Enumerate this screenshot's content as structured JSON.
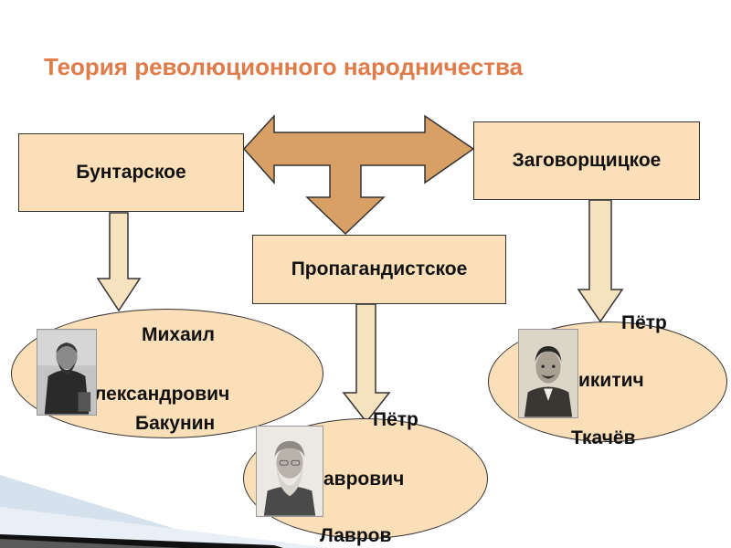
{
  "title": "Теория революционного народничества",
  "branches": {
    "buntar": "Бунтарское",
    "zagovor": "Заговорщицкое",
    "propag": "Пропагандистское"
  },
  "people": {
    "bakunin": {
      "line1": "Михаил",
      "line2": "лександрович",
      "line3": "Бакунин"
    },
    "tkachev": {
      "line1": "Пётр",
      "line2": "икитич",
      "line3": "Ткачёв"
    },
    "lavrov": {
      "line1": "Пётр",
      "line2": "аврович",
      "line3": "Лавров"
    }
  },
  "colors": {
    "title": "#e07b4a",
    "box_fill": "#fbdfb9",
    "arrow_fill": "#d9a066",
    "down_arrow_fill": "#f6e2bf",
    "outline": "#333333"
  }
}
